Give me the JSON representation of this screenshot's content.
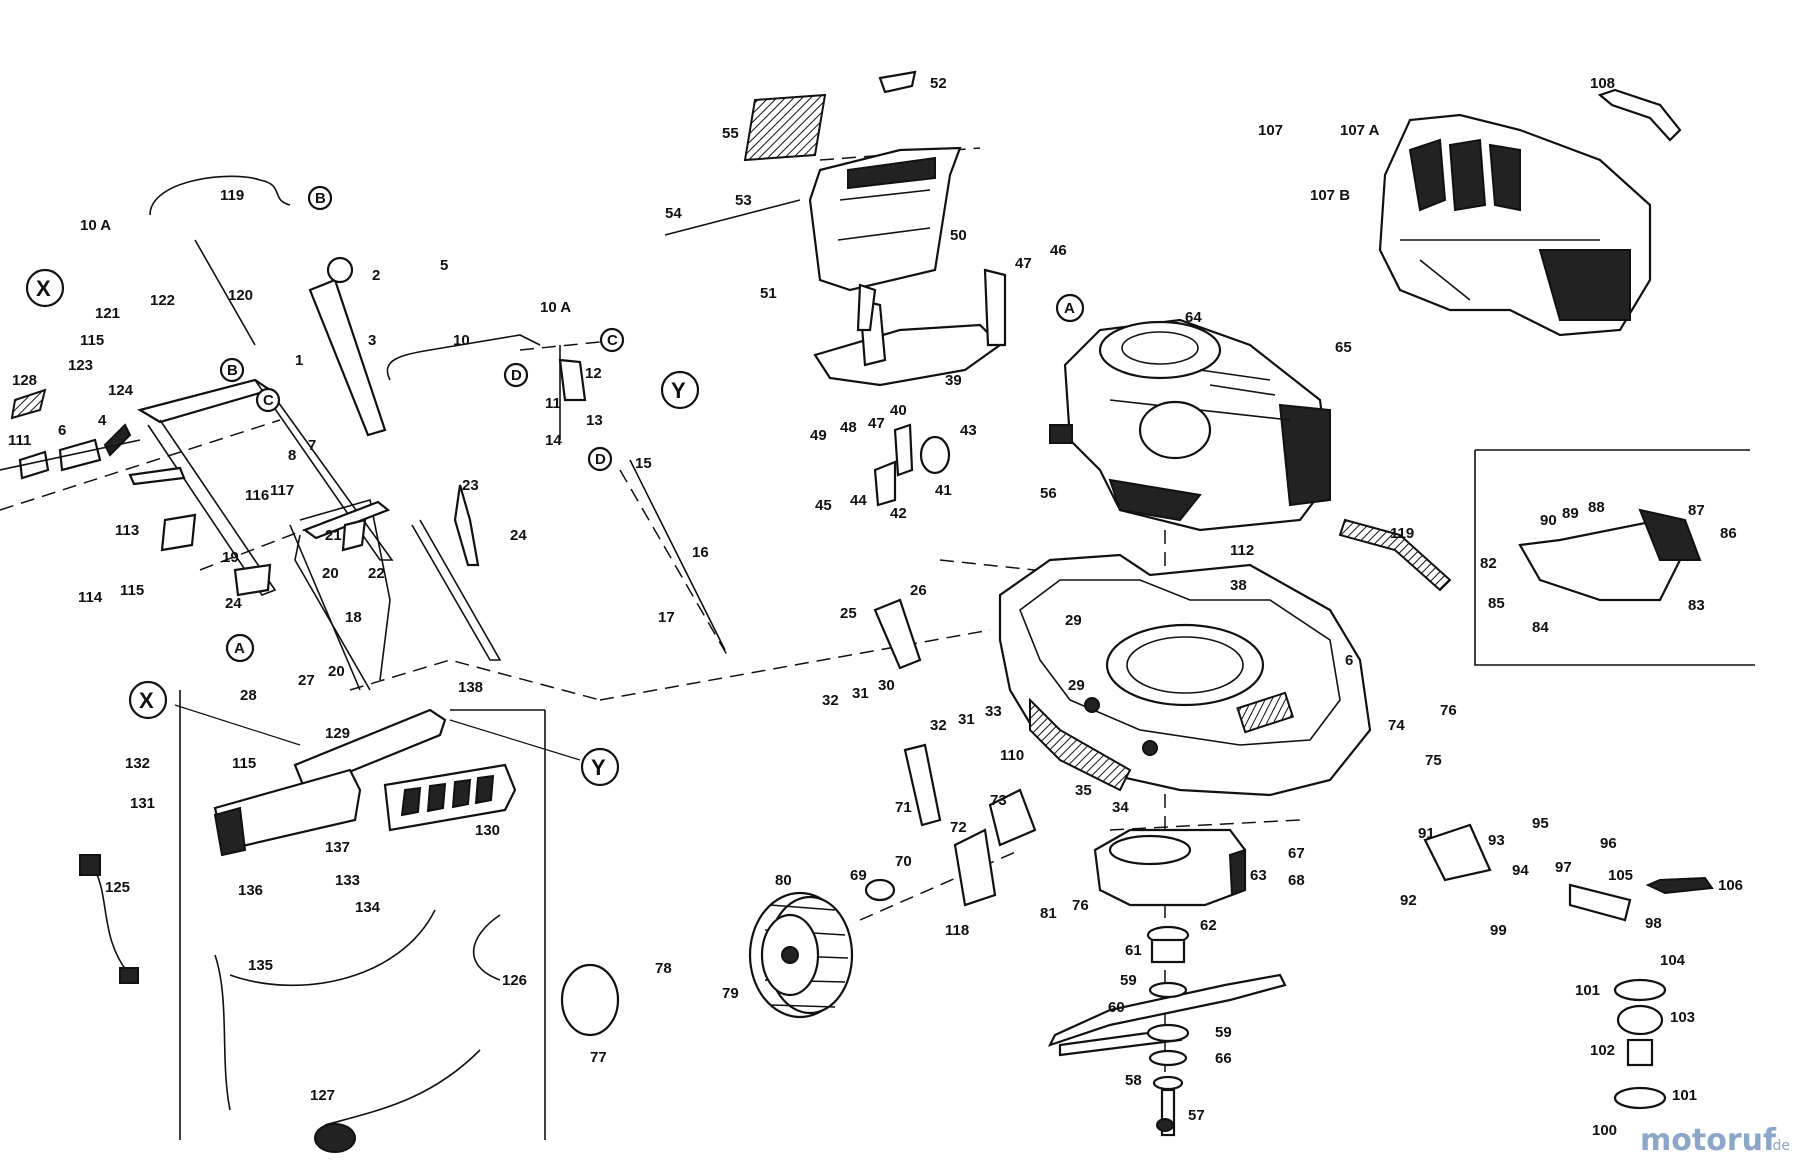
{
  "watermark": {
    "name": "motoruf",
    "suffix": ".de",
    "color": "#8aa6c8"
  },
  "markers": [
    "X",
    "Y",
    "X",
    "Y"
  ],
  "connectors": [
    "A",
    "B",
    "C",
    "D"
  ],
  "parts": {
    "p1": "1",
    "p3": "3",
    "p2": "2",
    "p4": "4",
    "p5": "5",
    "p6": "6",
    "p7": "7",
    "p8": "8",
    "p10": "10",
    "p10A": "10 A",
    "p11": "11",
    "p12": "12",
    "p13": "13",
    "p14": "14",
    "p15": "15",
    "p16": "16",
    "p17": "17",
    "p18": "18",
    "p19": "19",
    "p20": "20",
    "p21": "21",
    "p22": "22",
    "p23": "23",
    "p24": "24",
    "p25": "25",
    "p26": "26",
    "p27": "27",
    "p28": "28",
    "p29": "29",
    "p30": "30",
    "p31": "31",
    "p32": "32",
    "p33": "33",
    "p34": "34",
    "p35": "35",
    "p38": "38",
    "p39": "39",
    "p40": "40",
    "p41": "41",
    "p42": "42",
    "p43": "43",
    "p44": "44",
    "p45": "45",
    "p46": "46",
    "p47": "47",
    "p48": "48",
    "p49": "49",
    "p50": "50",
    "p51": "51",
    "p52": "52",
    "p53": "53",
    "p54": "54",
    "p55": "55",
    "p56": "56",
    "p57": "57",
    "p58": "58",
    "p59": "59",
    "p60": "60",
    "p61": "61",
    "p62": "62",
    "p63": "63",
    "p64": "64",
    "p65": "65",
    "p66": "66",
    "p67": "67",
    "p68": "68",
    "p69": "69",
    "p70": "70",
    "p71": "71",
    "p72": "72",
    "p73": "73",
    "p74": "74",
    "p75": "75",
    "p76": "76",
    "p77": "77",
    "p78": "78",
    "p79": "79",
    "p80": "80",
    "p81": "81",
    "p82": "82",
    "p83": "83",
    "p84": "84",
    "p85": "85",
    "p86": "86",
    "p87": "87",
    "p88": "88",
    "p89": "89",
    "p90": "90",
    "p91": "91",
    "p92": "92",
    "p93": "93",
    "p94": "94",
    "p95": "95",
    "p96": "96",
    "p97": "97",
    "p98": "98",
    "p99": "99",
    "p100": "100",
    "p101": "101",
    "p102": "102",
    "p103": "103",
    "p104": "104",
    "p105": "105",
    "p106": "106",
    "p107": "107",
    "p107A": "107 A",
    "p107B": "107 B",
    "p108": "108",
    "p110": "110",
    "p111": "111",
    "p112": "112",
    "p113": "113",
    "p114": "114",
    "p115": "115",
    "p116": "116",
    "p117": "117",
    "p118": "118",
    "p119": "119",
    "p120": "120",
    "p121": "121",
    "p122": "122",
    "p123": "123",
    "p124": "124",
    "p125": "125",
    "p126": "126",
    "p127": "127",
    "p128": "128",
    "p129": "129",
    "p130": "130",
    "p131": "131",
    "p132": "132",
    "p133": "133",
    "p134": "134",
    "p135": "135",
    "p136": "136",
    "p137": "137",
    "p138": "138"
  }
}
